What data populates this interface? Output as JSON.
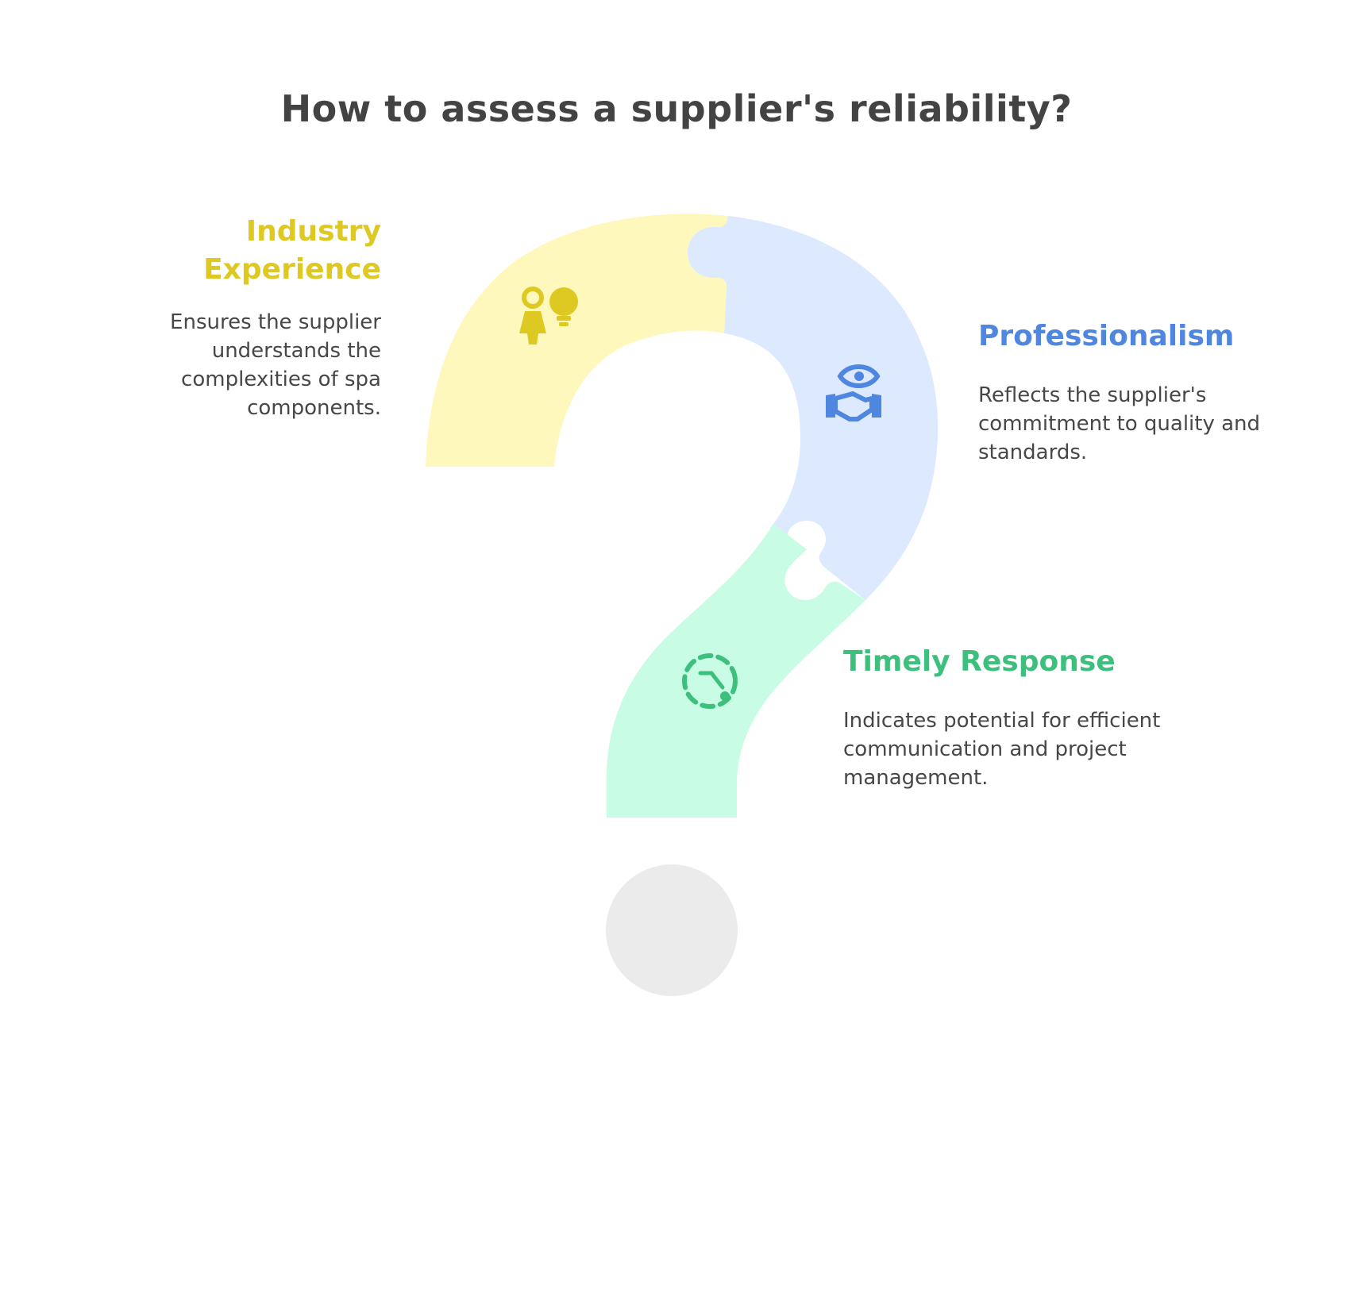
{
  "title": "How to assess a supplier's reliability?",
  "colors": {
    "title": "#434343",
    "description": "#474747",
    "industry_fill": "#FFF8BC",
    "industry_accent": "#DDC921",
    "professionalism_fill": "#DDE9FF",
    "professionalism_accent": "#4F86E0",
    "timely_fill": "#C9FCE4",
    "timely_accent": "#3DC07E",
    "dot_fill": "#EBEBEB"
  },
  "sections": [
    {
      "key": "industry",
      "heading": "Industry Experience",
      "description": "Ensures the supplier understands the complexities of spa components.",
      "icon": "person-lightbulb-icon"
    },
    {
      "key": "professionalism",
      "heading": "Professionalism",
      "description": "Reflects the supplier's commitment to quality and standards.",
      "icon": "eye-handshake-icon"
    },
    {
      "key": "timely",
      "heading": "Timely Response",
      "description": "Indicates potential for efficient communication and project management.",
      "icon": "dashed-clock-icon"
    }
  ]
}
